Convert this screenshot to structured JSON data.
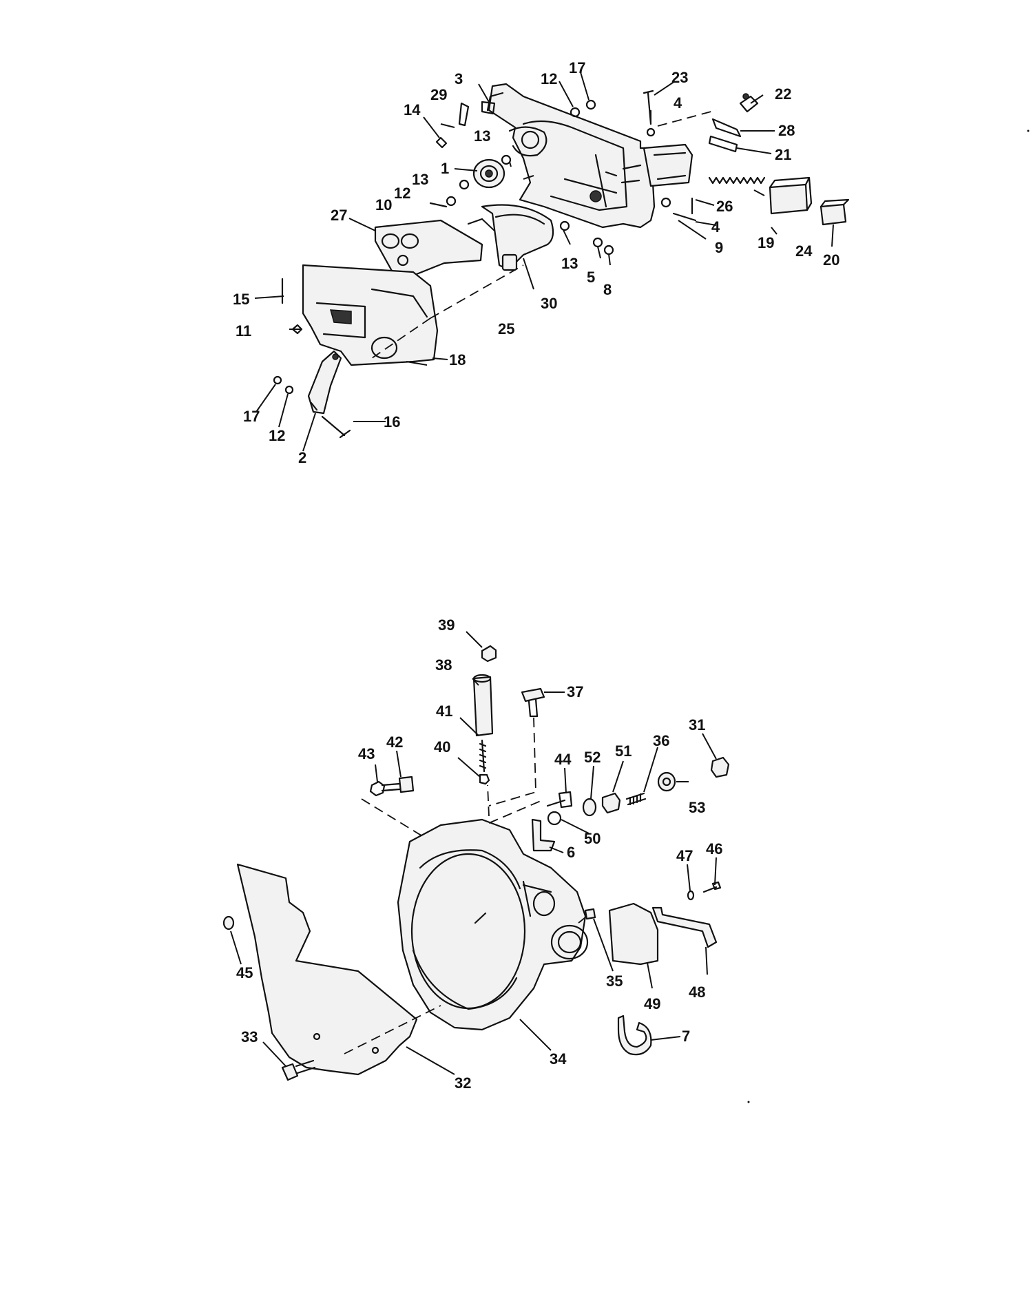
{
  "top_assembly": {
    "callouts": [
      {
        "id": "c1",
        "text": "1"
      },
      {
        "id": "c2",
        "text": "2"
      },
      {
        "id": "c3",
        "text": "3"
      },
      {
        "id": "c4a",
        "text": "4"
      },
      {
        "id": "c4b",
        "text": "4"
      },
      {
        "id": "c5",
        "text": "5"
      },
      {
        "id": "c8",
        "text": "8"
      },
      {
        "id": "c9",
        "text": "9"
      },
      {
        "id": "c10",
        "text": "10"
      },
      {
        "id": "c11",
        "text": "11"
      },
      {
        "id": "c12a",
        "text": "12"
      },
      {
        "id": "c12b",
        "text": "12"
      },
      {
        "id": "c12c",
        "text": "12"
      },
      {
        "id": "c13a",
        "text": "13"
      },
      {
        "id": "c13b",
        "text": "13"
      },
      {
        "id": "c13c",
        "text": "13"
      },
      {
        "id": "c14",
        "text": "14"
      },
      {
        "id": "c15",
        "text": "15"
      },
      {
        "id": "c16",
        "text": "16"
      },
      {
        "id": "c17a",
        "text": "17"
      },
      {
        "id": "c17b",
        "text": "17"
      },
      {
        "id": "c18",
        "text": "18"
      },
      {
        "id": "c19",
        "text": "19"
      },
      {
        "id": "c20",
        "text": "20"
      },
      {
        "id": "c21",
        "text": "21"
      },
      {
        "id": "c22",
        "text": "22"
      },
      {
        "id": "c23",
        "text": "23"
      },
      {
        "id": "c24",
        "text": "24"
      },
      {
        "id": "c25",
        "text": "25"
      },
      {
        "id": "c26",
        "text": "26"
      },
      {
        "id": "c27",
        "text": "27"
      },
      {
        "id": "c28",
        "text": "28"
      },
      {
        "id": "c29",
        "text": "29"
      },
      {
        "id": "c30",
        "text": "30"
      }
    ]
  },
  "bottom_assembly": {
    "callouts": [
      {
        "id": "c6",
        "text": "6"
      },
      {
        "id": "c7",
        "text": "7"
      },
      {
        "id": "c31",
        "text": "31"
      },
      {
        "id": "c32",
        "text": "32"
      },
      {
        "id": "c33",
        "text": "33"
      },
      {
        "id": "c34",
        "text": "34"
      },
      {
        "id": "c35",
        "text": "35"
      },
      {
        "id": "c36",
        "text": "36"
      },
      {
        "id": "c37",
        "text": "37"
      },
      {
        "id": "c38",
        "text": "38"
      },
      {
        "id": "c39",
        "text": "39"
      },
      {
        "id": "c40",
        "text": "40"
      },
      {
        "id": "c41",
        "text": "41"
      },
      {
        "id": "c42",
        "text": "42"
      },
      {
        "id": "c43",
        "text": "43"
      },
      {
        "id": "c44",
        "text": "44"
      },
      {
        "id": "c45",
        "text": "45"
      },
      {
        "id": "c46",
        "text": "46"
      },
      {
        "id": "c47",
        "text": "47"
      },
      {
        "id": "c48",
        "text": "48"
      },
      {
        "id": "c49",
        "text": "49"
      },
      {
        "id": "c50",
        "text": "50"
      },
      {
        "id": "c51",
        "text": "51"
      },
      {
        "id": "c52",
        "text": "52"
      },
      {
        "id": "c53",
        "text": "53"
      }
    ]
  }
}
